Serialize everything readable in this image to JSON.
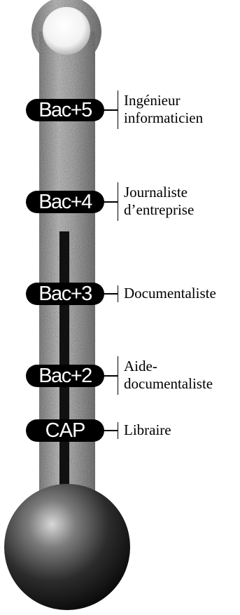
{
  "levels": [
    {
      "degree": "Bac+5",
      "job_lines": [
        "Ingénieur",
        "informaticien"
      ]
    },
    {
      "degree": "Bac+4",
      "job_lines": [
        "Journaliste",
        "d’entreprise"
      ]
    },
    {
      "degree": "Bac+3",
      "job_lines": [
        "Documentaliste"
      ]
    },
    {
      "degree": "Bac+2",
      "job_lines": [
        "Aide-",
        "documentaliste"
      ]
    },
    {
      "degree": "CAP",
      "job_lines": [
        "Libraire"
      ]
    }
  ]
}
